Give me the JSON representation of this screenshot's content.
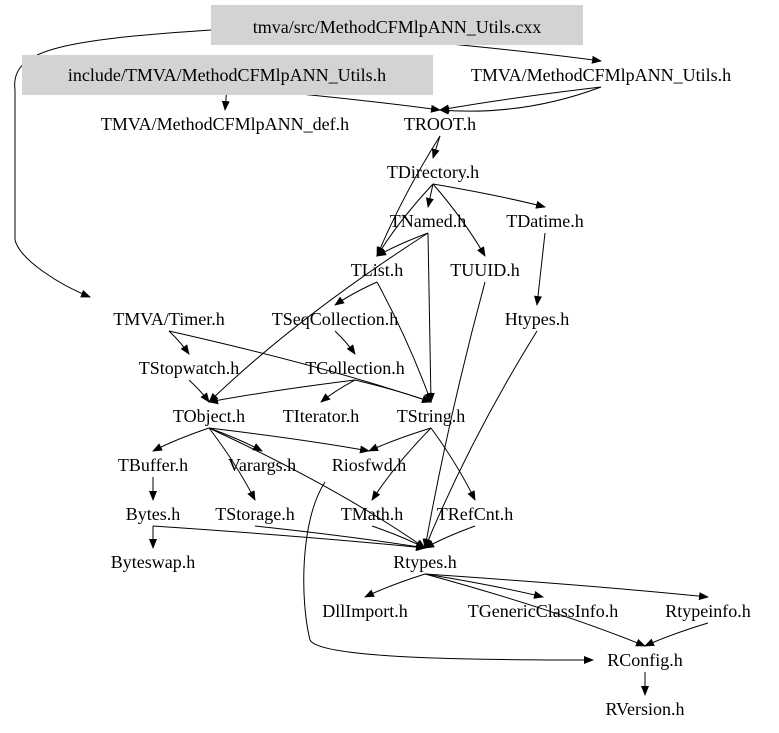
{
  "graph": {
    "nodes": [
      {
        "id": "src_cxx",
        "label": "tmva/src/MethodCFMlpANN_Utils.cxx",
        "highlighted": true
      },
      {
        "id": "inc_utils",
        "label": "include/TMVA/MethodCFMlpANN_Utils.h",
        "highlighted": true
      },
      {
        "id": "tmva_utils",
        "label": "TMVA/MethodCFMlpANN_Utils.h"
      },
      {
        "id": "tmva_def",
        "label": "TMVA/MethodCFMlpANN_def.h"
      },
      {
        "id": "troot",
        "label": "TROOT.h"
      },
      {
        "id": "tdirectory",
        "label": "TDirectory.h"
      },
      {
        "id": "tnamed",
        "label": "TNamed.h"
      },
      {
        "id": "tdatime",
        "label": "TDatime.h"
      },
      {
        "id": "tlist",
        "label": "TList.h"
      },
      {
        "id": "tuuid",
        "label": "TUUID.h"
      },
      {
        "id": "timer",
        "label": "TMVA/Timer.h"
      },
      {
        "id": "tseqcoll",
        "label": "TSeqCollection.h"
      },
      {
        "id": "htypes",
        "label": "Htypes.h"
      },
      {
        "id": "tstopwatch",
        "label": "TStopwatch.h"
      },
      {
        "id": "tcollection",
        "label": "TCollection.h"
      },
      {
        "id": "tobject",
        "label": "TObject.h"
      },
      {
        "id": "titerator",
        "label": "TIterator.h"
      },
      {
        "id": "tstring",
        "label": "TString.h"
      },
      {
        "id": "tbuffer",
        "label": "TBuffer.h"
      },
      {
        "id": "varargs",
        "label": "Varargs.h"
      },
      {
        "id": "riosfwd",
        "label": "Riosfwd.h"
      },
      {
        "id": "bytes",
        "label": "Bytes.h"
      },
      {
        "id": "tstorage",
        "label": "TStorage.h"
      },
      {
        "id": "tmath",
        "label": "TMath.h"
      },
      {
        "id": "trefcnt",
        "label": "TRefCnt.h"
      },
      {
        "id": "byteswap",
        "label": "Byteswap.h"
      },
      {
        "id": "rtypes",
        "label": "Rtypes.h"
      },
      {
        "id": "dllimport",
        "label": "DllImport.h"
      },
      {
        "id": "tgenclass",
        "label": "TGenericClassInfo.h"
      },
      {
        "id": "rtypeinfo",
        "label": "Rtypeinfo.h"
      },
      {
        "id": "rconfig",
        "label": "RConfig.h"
      },
      {
        "id": "rversion",
        "label": "RVersion.h"
      }
    ],
    "edges": [
      [
        "src_cxx",
        "tmva_utils"
      ],
      [
        "src_cxx",
        "timer"
      ],
      [
        "inc_utils",
        "tmva_def"
      ],
      [
        "inc_utils",
        "troot"
      ],
      [
        "tmva_utils",
        "troot"
      ],
      [
        "tmva_utils",
        "troot"
      ],
      [
        "troot",
        "tdirectory"
      ],
      [
        "troot",
        "tlist"
      ],
      [
        "tdirectory",
        "tnamed"
      ],
      [
        "tdirectory",
        "tdatime"
      ],
      [
        "tdirectory",
        "tuuid"
      ],
      [
        "tdirectory",
        "tlist"
      ],
      [
        "tnamed",
        "tlist"
      ],
      [
        "tnamed",
        "tobject"
      ],
      [
        "tnamed",
        "tstring"
      ],
      [
        "tdatime",
        "htypes"
      ],
      [
        "tuuid",
        "rtypes"
      ],
      [
        "htypes",
        "rtypes"
      ],
      [
        "tlist",
        "tseqcoll"
      ],
      [
        "tlist",
        "tstring"
      ],
      [
        "timer",
        "tstopwatch"
      ],
      [
        "timer",
        "tstring"
      ],
      [
        "tseqcoll",
        "tcollection"
      ],
      [
        "tstopwatch",
        "tobject"
      ],
      [
        "tcollection",
        "tobject"
      ],
      [
        "tcollection",
        "titerator"
      ],
      [
        "tcollection",
        "tstring"
      ],
      [
        "tobject",
        "tbuffer"
      ],
      [
        "tobject",
        "varargs"
      ],
      [
        "tobject",
        "riosfwd"
      ],
      [
        "tobject",
        "tstorage"
      ],
      [
        "tobject",
        "rtypes"
      ],
      [
        "tstring",
        "riosfwd"
      ],
      [
        "tstring",
        "tmath"
      ],
      [
        "tstring",
        "trefcnt"
      ],
      [
        "tbuffer",
        "bytes"
      ],
      [
        "bytes",
        "byteswap"
      ],
      [
        "bytes",
        "rtypes"
      ],
      [
        "tstorage",
        "rtypes"
      ],
      [
        "tmath",
        "rtypes"
      ],
      [
        "trefcnt",
        "rtypes"
      ],
      [
        "riosfwd",
        "rconfig"
      ],
      [
        "rtypes",
        "dllimport"
      ],
      [
        "rtypes",
        "tgenclass"
      ],
      [
        "rtypes",
        "rtypeinfo"
      ],
      [
        "rtypes",
        "rconfig"
      ],
      [
        "rtypeinfo",
        "rconfig"
      ],
      [
        "rconfig",
        "rversion"
      ]
    ],
    "colors": {
      "highlight_fill": "#d3d3d3",
      "edge": "#000000",
      "text": "#000000"
    }
  }
}
